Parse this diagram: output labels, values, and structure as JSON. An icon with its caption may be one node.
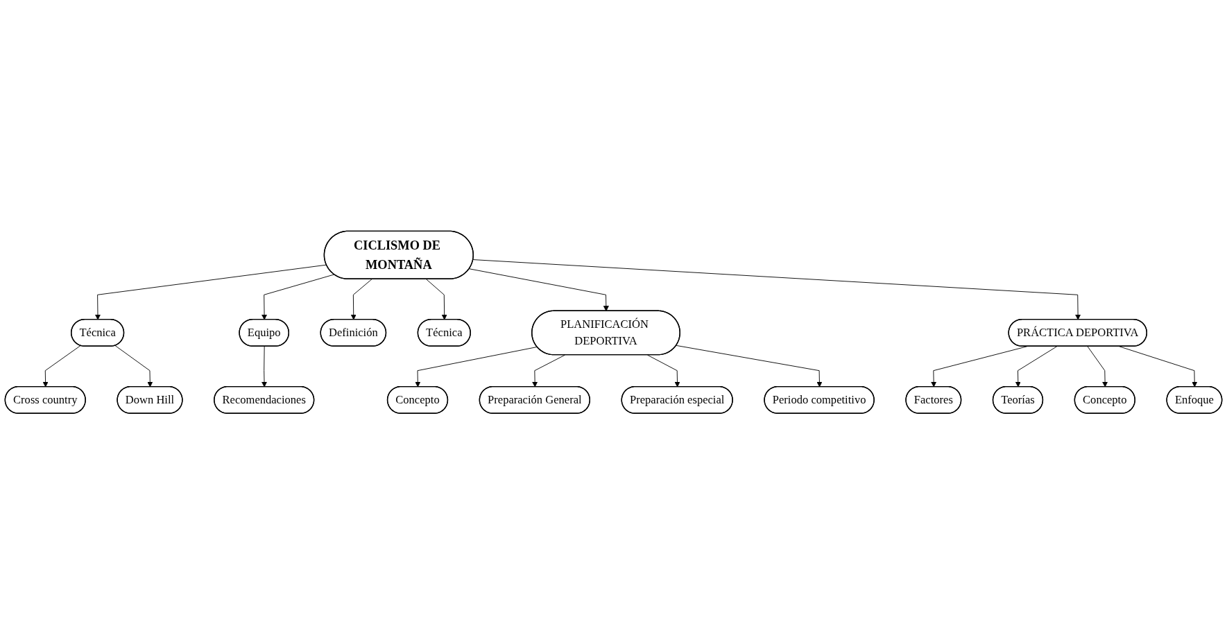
{
  "diagram": {
    "nodes": [
      {
        "text": [
          "CICLISMO DE MONTAÑA"
        ]
      },
      {
        "text": [
          "Técnica"
        ]
      },
      {
        "text": [
          "Cross country"
        ]
      },
      {
        "text": [
          "Down Hill"
        ]
      },
      {
        "text": [
          "Equipo"
        ]
      },
      {
        "text": [
          "Recomendaciones"
        ]
      },
      {
        "text": [
          "Definición"
        ]
      },
      {
        "text": [
          "Técnica"
        ]
      },
      {
        "text": [
          "PLANIFICACIÓN DEPORTIVA"
        ]
      },
      {
        "text": [
          "Concepto"
        ]
      },
      {
        "text": [
          "Preparación General"
        ]
      },
      {
        "text": [
          "Preparación especial"
        ]
      },
      {
        "text": [
          "Periodo competitivo"
        ]
      },
      {
        "text": [
          "PRÁCTICA DEPORTIVA"
        ]
      },
      {
        "text": [
          "Factores"
        ]
      },
      {
        "text": [
          "Teorías"
        ]
      },
      {
        "text": [
          "Concepto"
        ]
      },
      {
        "text": [
          "Enfoque"
        ]
      }
    ],
    "edges": [
      {
        "from": 0,
        "to": 1,
        "arrow": "to"
      },
      {
        "from": 1,
        "to": 2,
        "arrow": "to"
      },
      {
        "from": 1,
        "to": 3,
        "arrow": "to"
      },
      {
        "from": 0,
        "to": 4,
        "arrow": "to"
      },
      {
        "from": 4,
        "to": 5,
        "arrow": "to"
      },
      {
        "from": 0,
        "to": 6,
        "arrow": "to"
      },
      {
        "from": 0,
        "to": 7,
        "arrow": "to"
      },
      {
        "from": 0,
        "to": 8,
        "arrow": "to"
      },
      {
        "from": 8,
        "to": 9,
        "arrow": "to"
      },
      {
        "from": 8,
        "to": 10,
        "arrow": "to"
      },
      {
        "from": 8,
        "to": 11,
        "arrow": "to"
      },
      {
        "from": 8,
        "to": 12,
        "arrow": "to"
      },
      {
        "from": 0,
        "to": 13,
        "arrow": "to"
      },
      {
        "from": 13,
        "to": 14,
        "arrow": "to"
      },
      {
        "from": 13,
        "to": 15,
        "arrow": "to"
      },
      {
        "from": 13,
        "to": 16,
        "arrow": "to"
      },
      {
        "from": 13,
        "to": 17,
        "arrow": "to"
      }
    ]
  }
}
